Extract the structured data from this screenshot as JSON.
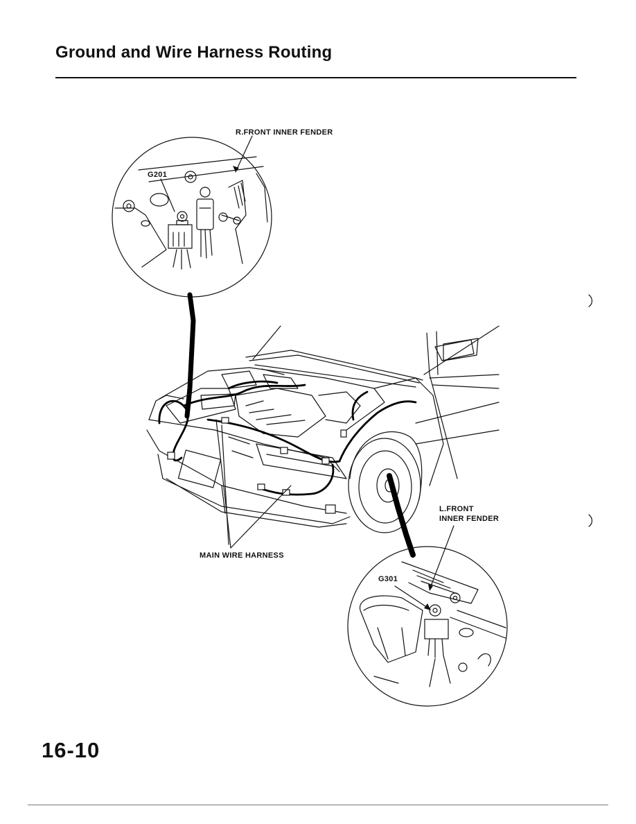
{
  "header": {
    "title": "Ground and Wire Harness Routing"
  },
  "labels": {
    "r_front_inner_fender": "R.FRONT INNER FENDER",
    "g201": "G201",
    "main_wire_harness": "MAIN WIRE HARNESS",
    "l_front_line1": "L.FRONT",
    "l_front_line2": "INNER FENDER",
    "g301": "G301"
  },
  "footer": {
    "page_number": "16-10"
  }
}
